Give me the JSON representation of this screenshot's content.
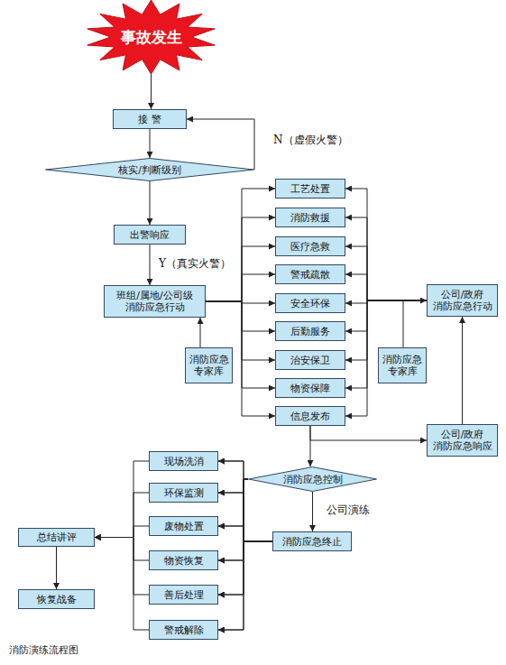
{
  "diagram": {
    "caption": "消防演练流程图",
    "nodes": [
      {
        "text": [
          "事故发生"
        ]
      },
      {
        "text": [
          "接 警"
        ]
      },
      {
        "text": [
          "核实/判断级别"
        ]
      },
      {
        "text": [
          "出警响应"
        ]
      },
      {
        "text": [
          "班组/属地/公司级 消防应急行动"
        ]
      },
      {
        "text": [
          "工艺处置"
        ]
      },
      {
        "text": [
          "消防救援"
        ]
      },
      {
        "text": [
          "医疗急救"
        ]
      },
      {
        "text": [
          "警戒疏散"
        ]
      },
      {
        "text": [
          "安全环保"
        ]
      },
      {
        "text": [
          "后勤服务"
        ]
      },
      {
        "text": [
          "治安保卫"
        ]
      },
      {
        "text": [
          "物资保障"
        ]
      },
      {
        "text": [
          "信息发布"
        ]
      },
      {
        "text": [
          "公司/政府 消防应急行动"
        ]
      },
      {
        "text": [
          "消防应急 专家库"
        ]
      },
      {
        "text": [
          "消防应急 专家库"
        ]
      },
      {
        "text": [
          "公司/政府 消防应急响应"
        ]
      },
      {
        "text": [
          "消防应急控制"
        ]
      },
      {
        "text": [
          "消防应急终止"
        ]
      },
      {
        "text": [
          "现场洗消"
        ]
      },
      {
        "text": [
          "环保监测"
        ]
      },
      {
        "text": [
          "废物处置"
        ]
      },
      {
        "text": [
          "物资恢复"
        ]
      },
      {
        "text": [
          "善后处理"
        ]
      },
      {
        "text": [
          "警戒解除"
        ]
      },
      {
        "text": [
          "总结讲评"
        ]
      },
      {
        "text": [
          "恢复战备"
        ]
      }
    ],
    "edges": [
      {
        "from": 0,
        "to": 1,
        "arrow": "to"
      },
      {
        "from": 1,
        "to": 2,
        "arrow": "to"
      },
      {
        "from": 2,
        "to": 1,
        "label": "N（虚假火警）",
        "arrow": "to"
      },
      {
        "from": 2,
        "to": 3,
        "arrow": "to"
      },
      {
        "from": 3,
        "to": 4,
        "label": "Y（真实火警）",
        "arrow": "to"
      },
      {
        "from": 4,
        "to": 5,
        "arrow": "to"
      },
      {
        "from": 4,
        "to": 6,
        "arrow": "to"
      },
      {
        "from": 4,
        "to": 7,
        "arrow": "to"
      },
      {
        "from": 4,
        "to": 8,
        "arrow": "to"
      },
      {
        "from": 4,
        "to": 9,
        "arrow": "to"
      },
      {
        "from": 4,
        "to": 10,
        "arrow": "to"
      },
      {
        "from": 4,
        "to": 11,
        "arrow": "to"
      },
      {
        "from": 4,
        "to": 12,
        "arrow": "to"
      },
      {
        "from": 4,
        "to": 13,
        "arrow": "to"
      },
      {
        "from": 15,
        "to": 4,
        "arrow": "to"
      },
      {
        "from": 14,
        "to": 5,
        "arrow": "to"
      },
      {
        "from": 14,
        "to": 6,
        "arrow": "to"
      },
      {
        "from": 14,
        "to": 7,
        "arrow": "to"
      },
      {
        "from": 14,
        "to": 8,
        "arrow": "to"
      },
      {
        "from": 14,
        "to": 9,
        "arrow": "to"
      },
      {
        "from": 14,
        "to": 10,
        "arrow": "to"
      },
      {
        "from": 14,
        "to": 11,
        "arrow": "to"
      },
      {
        "from": 14,
        "to": 12,
        "arrow": "to"
      },
      {
        "from": 14,
        "to": 13,
        "arrow": "to"
      },
      {
        "from": 16,
        "to": 14,
        "arrow": "to"
      },
      {
        "from": 13,
        "to": 17,
        "arrow": "to"
      },
      {
        "from": 17,
        "to": 14,
        "arrow": "to"
      },
      {
        "from": 13,
        "to": 18,
        "arrow": "to"
      },
      {
        "from": 18,
        "to": 19,
        "label": "公司演练",
        "arrow": "to"
      },
      {
        "from": 18,
        "to": 20,
        "arrow": "to"
      },
      {
        "from": 18,
        "to": 21,
        "arrow": "to"
      },
      {
        "from": 18,
        "to": 22,
        "arrow": "to"
      },
      {
        "from": 18,
        "to": 23,
        "arrow": "to"
      },
      {
        "from": 18,
        "to": 24,
        "arrow": "to"
      },
      {
        "from": 18,
        "to": 25,
        "arrow": "to"
      },
      {
        "from": 19,
        "to": 20,
        "arrow": "to"
      },
      {
        "from": 19,
        "to": 21,
        "arrow": "to"
      },
      {
        "from": 19,
        "to": 22,
        "arrow": "to"
      },
      {
        "from": 19,
        "to": 23,
        "arrow": "to"
      },
      {
        "from": 19,
        "to": 24,
        "arrow": "to"
      },
      {
        "from": 19,
        "to": 25,
        "arrow": "to"
      },
      {
        "from": 20,
        "to": 26,
        "arrow": "to"
      },
      {
        "from": 21,
        "to": 26,
        "arrow": "to"
      },
      {
        "from": 22,
        "to": 26,
        "arrow": "to"
      },
      {
        "from": 23,
        "to": 26,
        "arrow": "to"
      },
      {
        "from": 24,
        "to": 26,
        "arrow": "to"
      },
      {
        "from": 25,
        "to": 26,
        "arrow": "to"
      },
      {
        "from": 26,
        "to": 27,
        "arrow": "to"
      }
    ]
  }
}
